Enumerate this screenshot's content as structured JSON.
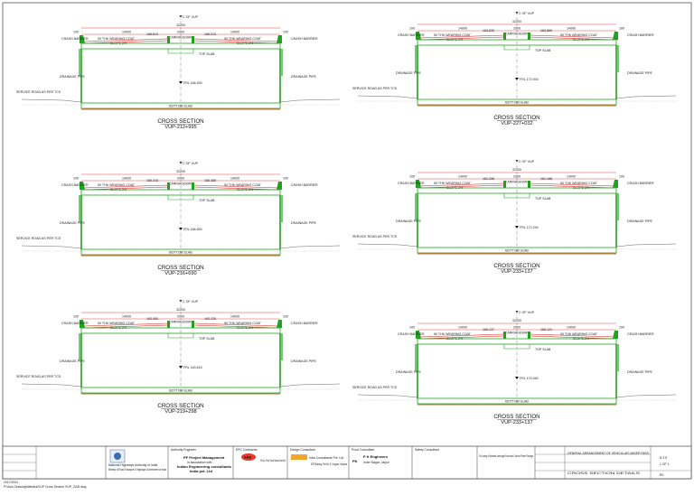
{
  "sections": [
    {
      "title": "CROSS SECTION",
      "chainage": "VUP-212+995",
      "top_level": "166.400",
      "left_level": "166.613",
      "right_level": "166.213"
    },
    {
      "title": "CROSS SECTION",
      "chainage": "VUP-227+032",
      "top_level": "172.000",
      "left_level": "163.830",
      "right_level": "163.880"
    },
    {
      "title": "CROSS SECTION",
      "chainage": "VUP-216+690",
      "top_level": "166.800",
      "left_level": "165.215",
      "right_level": "165.385"
    },
    {
      "title": "CROSS SECTION",
      "chainage": "VUP-233+137",
      "top_level": "172.294",
      "left_level": "161.038",
      "right_level": "161.188"
    },
    {
      "title": "CROSS SECTION",
      "chainage": "VUP-219+298",
      "top_level": "163.615",
      "left_level": "163.050",
      "right_level": "163.225"
    },
    {
      "title": "CROSS SECTION",
      "chainage": "VUP-233+137",
      "top_level": "170.040",
      "left_level": "166.137",
      "right_level": "166.121"
    }
  ],
  "labels": {
    "cl": "C OF VUP",
    "total_width": "32200",
    "half_width_left": "14000",
    "half_width_right": "14000",
    "median": "2000",
    "edge": "100",
    "cw": "CARRIAGEWAY",
    "crash_barrier_left": "CRASH BARRIER",
    "crash_barrier_right": "CRASH BARRIER",
    "wearing_coat": "50 THK WEARING COAT",
    "slope": "SLOPE 2%",
    "top_slab": "TOP SLAB",
    "bottom_slab": "BOTTOM SLAB",
    "drainage_pipe_left": "DRAINAGE PIPE",
    "drainage_pipe_right": "DRAINAGE PIPE",
    "service_road": "SERVICE ROAD AS PER TCS",
    "road_level": "FRL"
  },
  "title_block": {
    "client_line1": "National Highways Authority of India",
    "client_line2": "Ministry of Road Transport & Highways Government of India",
    "pmc_heading": "Authority Engineer",
    "pmc_name": "PF Project Management",
    "pmc_line2": "in association with",
    "pmc_line3": "Indian Engineering consultants",
    "pmc_line4": "India pvt. Ltd",
    "contractor_heading": "EPC Contractor",
    "contractor_name": "SAS",
    "contractor_text": "Plot No.-2 Road, Sector Ramana Road Side",
    "design_heading": "Design Consultant",
    "design_name": "Infra Consultants Pvt. Ltd",
    "design_addr": "DSP Building, Plot No. 5, Gurgaon, Haryana",
    "proof_heading": "Proof Consultant",
    "proof_name": "P K Engineers",
    "proof_addr": "Inder Nagar, Jaipur",
    "project_heading": "Safety Consultant",
    "project_text": "Six Laning of Amritsar-Jamnagar Economic Corridor Phase Package",
    "drawing_title": "GENERAL ARRANGEMENT OF VEHICULAR UNDER PASS",
    "drawing_sub": "CROSS SECTION DETAILS",
    "scale": "N.T.S",
    "sheet": "1 OF 1",
    "rev": "R0",
    "footer_date": "2017/2024",
    "footer_path": "P:\\Auto  Drawing\\Wardha\\VUP Cross Section VUP_GAD.dwg"
  }
}
